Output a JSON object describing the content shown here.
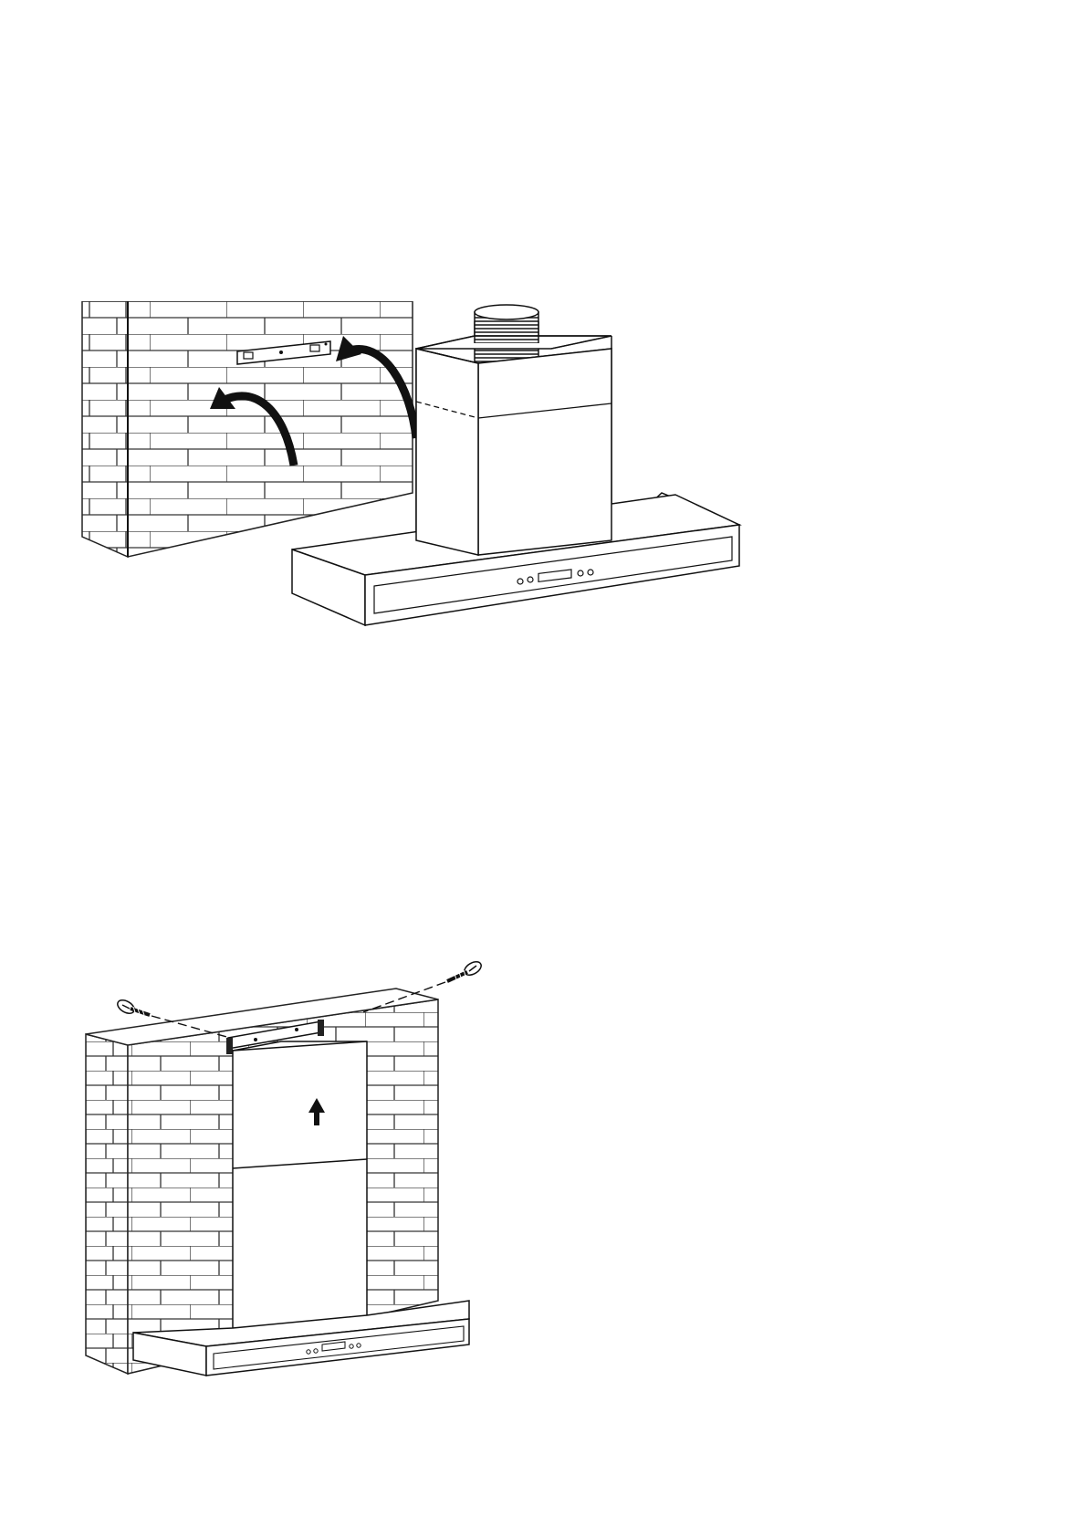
{
  "page": {
    "background": "#ffffff"
  },
  "figures": [
    {
      "id": "wall-mount-lift",
      "description_icon": "wall-with-bracket-and-hood-arrows",
      "line_color": "#1a1a1a",
      "fill_color": "#ffffff"
    },
    {
      "id": "chimney-screw-fixing",
      "description_icon": "hood-mounted-with-screws",
      "line_color": "#1a1a1a",
      "fill_color": "#ffffff"
    }
  ]
}
